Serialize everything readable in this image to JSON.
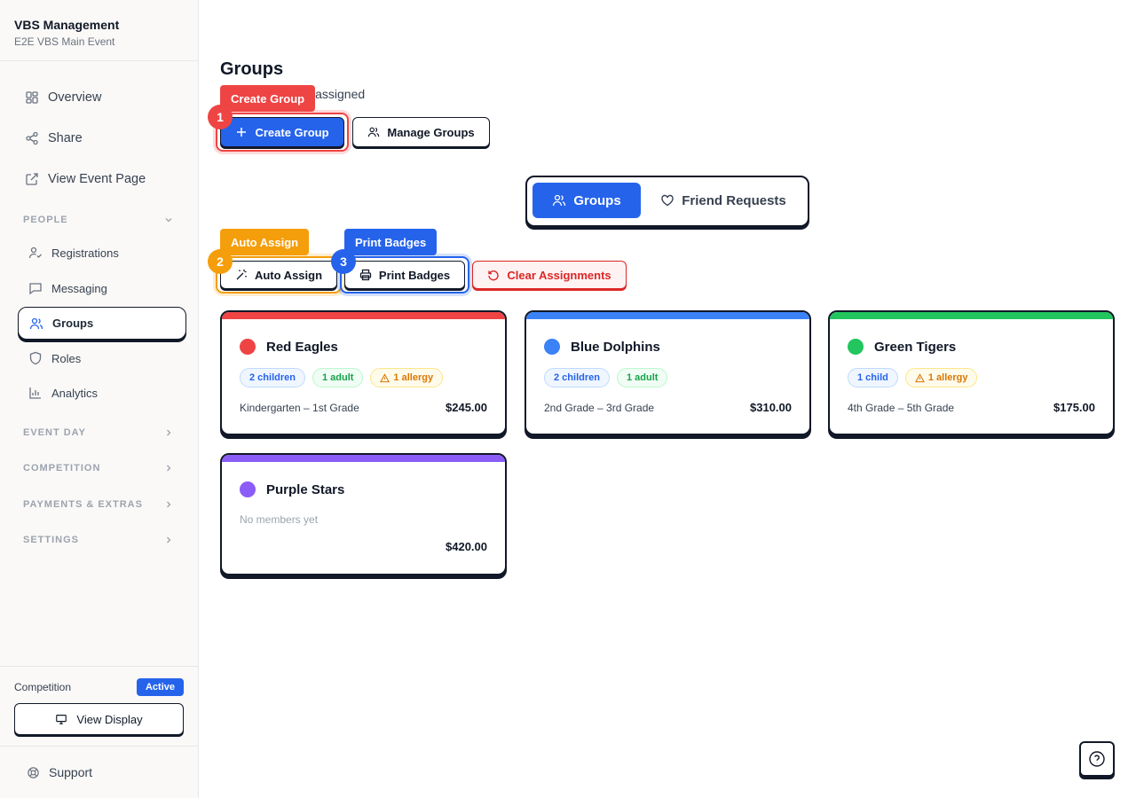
{
  "sidebar": {
    "title": "VBS Management",
    "subtitle": "E2E VBS Main Event",
    "top_items": [
      {
        "label": "Overview",
        "icon": "dashboard-icon"
      },
      {
        "label": "Share",
        "icon": "share-icon"
      },
      {
        "label": "View Event Page",
        "icon": "external-link-icon"
      }
    ],
    "people_section": "PEOPLE",
    "people_items": [
      {
        "label": "Registrations",
        "icon": "user-check-icon"
      },
      {
        "label": "Messaging",
        "icon": "message-icon"
      },
      {
        "label": "Groups",
        "icon": "users-icon",
        "active": true
      },
      {
        "label": "Roles",
        "icon": "shield-icon"
      },
      {
        "label": "Analytics",
        "icon": "bar-chart-icon"
      }
    ],
    "sections": [
      "EVENT DAY",
      "COMPETITION",
      "PAYMENTS & EXTRAS",
      "SETTINGS"
    ],
    "competition_label": "Competition",
    "competition_status": "Active",
    "view_display": "View Display",
    "support": "Support"
  },
  "main": {
    "title": "Groups",
    "subtitle_visible": "ren assigned",
    "create_group": "Create Group",
    "manage_groups": "Manage Groups",
    "tabs": [
      {
        "label": "Groups",
        "active": true
      },
      {
        "label": "Friend Requests",
        "active": false
      }
    ],
    "auto_assign": "Auto Assign",
    "print_badges": "Print Badges",
    "clear_assignments": "Clear Assignments"
  },
  "tour": [
    {
      "step": "1",
      "label": "Create Group",
      "color": "#ef4444"
    },
    {
      "step": "2",
      "label": "Auto Assign",
      "color": "#f59e0b"
    },
    {
      "step": "3",
      "label": "Print Badges",
      "color": "#2563eb"
    }
  ],
  "groups": [
    {
      "name": "Red Eagles",
      "color": "#ef4444",
      "pills": [
        "2 children",
        "1 adult",
        "1 allergy"
      ],
      "grade": "Kindergarten – 1st Grade",
      "price": "$245.00"
    },
    {
      "name": "Blue Dolphins",
      "color": "#3b82f6",
      "pills": [
        "2 children",
        "1 adult"
      ],
      "grade": "2nd Grade – 3rd Grade",
      "price": "$310.00"
    },
    {
      "name": "Green Tigers",
      "color": "#22c55e",
      "pills": [
        "1 child",
        "1 allergy"
      ],
      "grade": "4th Grade – 5th Grade",
      "price": "$175.00"
    },
    {
      "name": "Purple Stars",
      "color": "#8b5cf6",
      "empty": "No members yet",
      "price": "$420.00"
    }
  ]
}
